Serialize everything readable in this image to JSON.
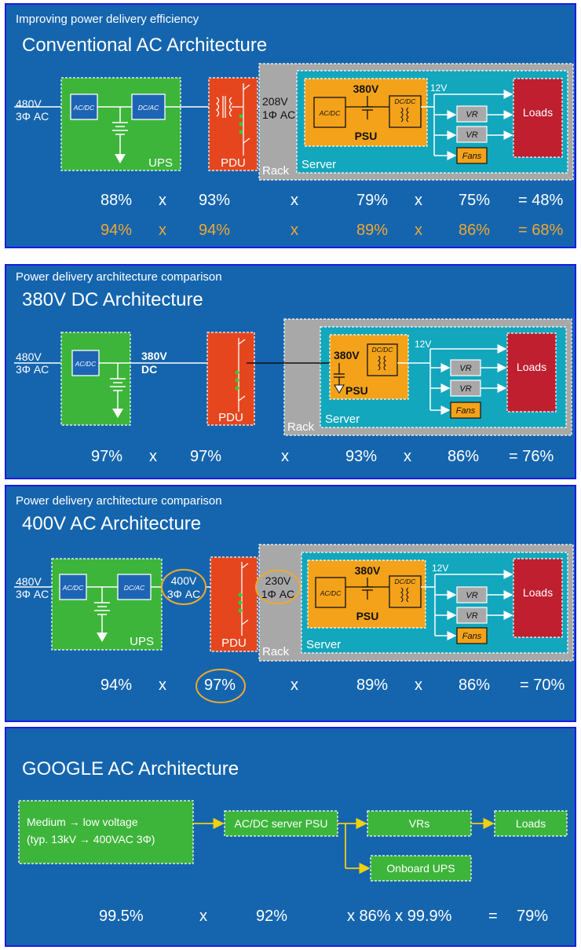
{
  "panels": [
    {
      "subtitle": "Improving power delivery efficiency",
      "title": "Conventional AC Architecture",
      "input": [
        "480V",
        "3Φ AC"
      ],
      "ups": {
        "left": "AC/DC",
        "right": "DC/AC",
        "label": "UPS"
      },
      "pdu": "PDU",
      "mid_voltage": [
        "208V",
        "1Φ AC"
      ],
      "rack": "Rack",
      "server": "Server",
      "psu": {
        "top": "380V",
        "left": "AC/DC",
        "right": "DC/DC",
        "label": "PSU"
      },
      "rail": "12V",
      "vr": [
        "VR",
        "VR"
      ],
      "fans": "Fans",
      "loads": "Loads",
      "row1": [
        "88%",
        "x",
        "93%",
        "x",
        "79%",
        "x",
        "75%",
        "= 48%"
      ],
      "row2": [
        "94%",
        "x",
        "94%",
        "x",
        "89%",
        "x",
        "86%",
        "= 68%"
      ]
    },
    {
      "subtitle": "Power delivery architecture comparison",
      "title": "380V DC Architecture",
      "input": [
        "480V",
        "3Φ AC"
      ],
      "ups": {
        "left": "AC/DC"
      },
      "dc_out": [
        "380V",
        "DC"
      ],
      "pdu": "PDU",
      "rack": "Rack",
      "server": "Server",
      "psu": {
        "top": "380V",
        "right": "DC/DC",
        "label": "PSU"
      },
      "rail": "12V",
      "vr": [
        "VR",
        "VR"
      ],
      "fans": "Fans",
      "loads": "Loads",
      "row1": [
        "97%",
        "x",
        "97%",
        "x",
        "93%",
        "x",
        "86%",
        "= 76%"
      ]
    },
    {
      "subtitle": "Power delivery architecture comparison",
      "title": "400V AC Architecture",
      "input": [
        "480V",
        "3Φ AC"
      ],
      "ups": {
        "left": "AC/DC",
        "right": "DC/AC",
        "label": "UPS"
      },
      "out_voltage": [
        "400V",
        "3Φ AC"
      ],
      "pdu": "PDU",
      "mid_voltage": [
        "230V",
        "1Φ AC"
      ],
      "rack": "Rack",
      "server": "Server",
      "psu": {
        "top": "380V",
        "left": "AC/DC",
        "right": "DC/DC",
        "label": "PSU"
      },
      "rail": "12V",
      "vr": [
        "VR",
        "VR"
      ],
      "fans": "Fans",
      "loads": "Loads",
      "row1": [
        "94%",
        "x",
        "97%",
        "x",
        "89%",
        "x",
        "86%",
        "= 70%"
      ]
    },
    {
      "title": "GOOGLE AC Architecture",
      "box1": [
        "Medium → low voltage",
        "(typ. 13kV → 400VAC 3Φ)"
      ],
      "box2": "AC/DC server PSU",
      "box3": "VRs",
      "box4": "Loads",
      "box5": "Onboard UPS",
      "row1": [
        "99.5%",
        "x",
        "92%",
        "x 86% x 99.9%",
        "=",
        "79%"
      ]
    }
  ],
  "colors": {
    "panel_bg": "#1565ae",
    "panel_border": "#1a1ae6",
    "ups_green": "#3db53a",
    "pdu_red": "#e6461e",
    "rack_grey": "#a8a8a8",
    "server_teal": "#12a7bd",
    "psu_orange": "#f4a21a",
    "loads_red": "#c01f2f",
    "highlight_orange": "#f0a830"
  }
}
